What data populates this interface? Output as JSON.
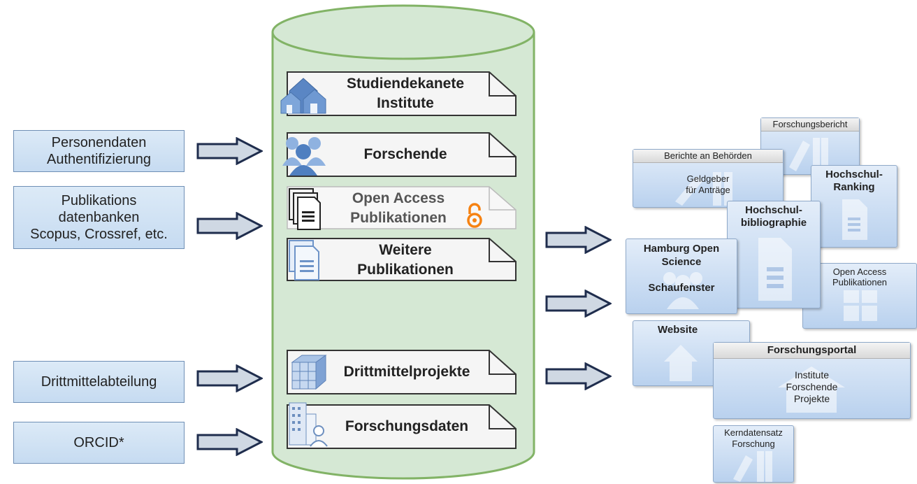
{
  "sources": [
    {
      "lines": [
        "Personendaten",
        "Authentifizierung"
      ]
    },
    {
      "lines": [
        "Publikations",
        "datenbanken",
        "Scopus, Crossref, etc."
      ]
    },
    {
      "lines": [
        "Drittmittelabteilung"
      ]
    },
    {
      "lines": [
        "ORCID*"
      ]
    }
  ],
  "database": {
    "entries": [
      {
        "lines": [
          "Studiendekanete",
          "Institute"
        ]
      },
      {
        "lines": [
          "Forschende"
        ]
      },
      {
        "lines": [
          "Open Access",
          "Publikationen"
        ]
      },
      {
        "lines": [
          "Weitere",
          "Publikationen"
        ]
      },
      {
        "lines": [
          "Drittmittelprojekte"
        ]
      },
      {
        "lines": [
          "Forschungsdaten"
        ]
      }
    ]
  },
  "outputs": {
    "forschungsbericht": {
      "title": "Forschungsbericht"
    },
    "berichte": {
      "title": "Berichte an Behörden",
      "body": [
        "Geldgeber",
        "für Anträge"
      ]
    },
    "ranking": {
      "title": "Hochschul-",
      "title2": "Ranking"
    },
    "bibliographie": {
      "title": "Hochschul-",
      "title2": "bibliographie"
    },
    "hos": {
      "title": "Hamburg Open",
      "title2": "Science",
      "body": "Schaufenster"
    },
    "oa": {
      "title": "Open Access",
      "title2": "Publikationen"
    },
    "website": {
      "title": "Website"
    },
    "portal": {
      "title": "Forschungsportal",
      "body": [
        "Institute",
        "Forschende",
        "Projekte"
      ]
    },
    "kerndatensatz": {
      "title": "Kerndatensatz",
      "title2": "Forschung"
    }
  },
  "colors": {
    "cylinder_fill": "#d5e8d4",
    "cylinder_stroke": "#82b366",
    "card_blue": "#c6dbf1",
    "arrow_fill": "#cfd8e3",
    "arrow_stroke": "#1f2d4d",
    "oa_orange": "#f68212"
  }
}
